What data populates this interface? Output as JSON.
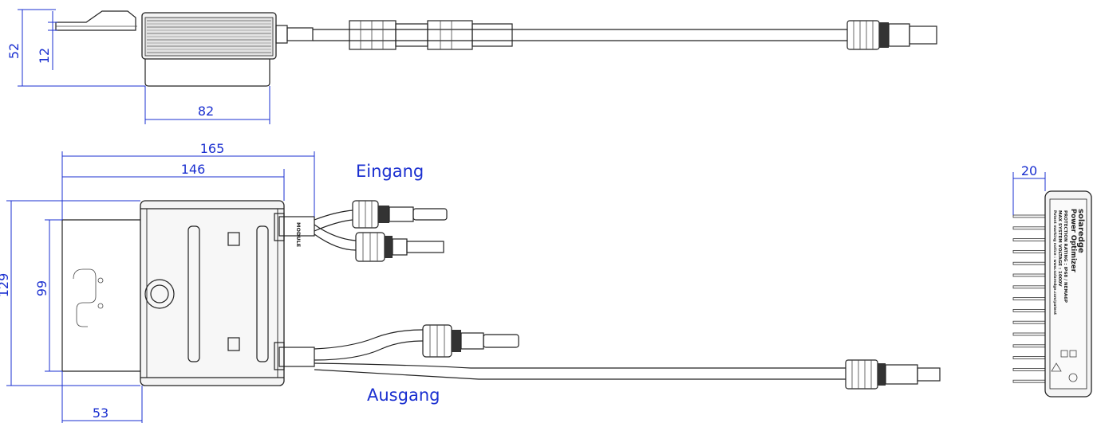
{
  "dimensions": {
    "top_height": "52",
    "top_bracket": "12",
    "top_width": "82",
    "total_length": "165",
    "body_length": "146",
    "total_height": "129",
    "plate_height": "99",
    "plate_width": "53",
    "side_depth": "20"
  },
  "labels": {
    "input": "Eingang",
    "output": "Ausgang"
  },
  "unit_markings": {
    "cable_tag": "MODULE",
    "brand": "solaredge",
    "product": "Power Optimizer",
    "rating_line_1": "PROTECTION RATING : IP68 / NEMA6P",
    "rating_line_2": "MAX SYSTEM VOLTAGE : 1000V",
    "patent_line": "Patent marking notice : www.solaredge.com/patent"
  },
  "colors": {
    "dimension": "#1a2fd0",
    "outline": "#222222"
  }
}
